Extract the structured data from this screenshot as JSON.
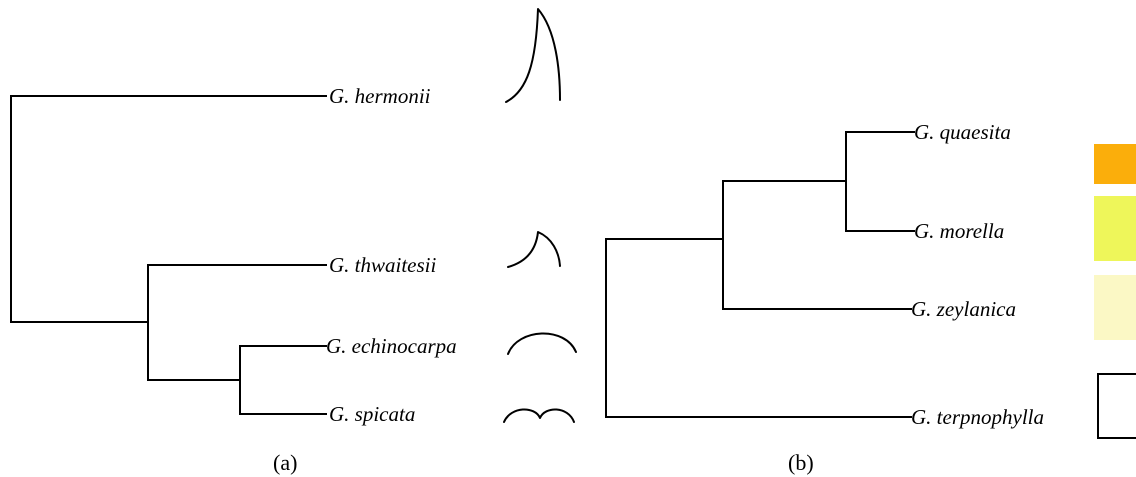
{
  "panel_a": {
    "caption": "(a)",
    "taxa": [
      {
        "id": "hermonii",
        "label": "G. hermonii",
        "fruit_shape": "tall-curved-horn"
      },
      {
        "id": "thwaitesii",
        "label": "G. thwaitesii",
        "fruit_shape": "small-curved-horn"
      },
      {
        "id": "echinocarpa",
        "label": "G. echinocarpa",
        "fruit_shape": "single-arch"
      },
      {
        "id": "spicata",
        "label": "G. spicata",
        "fruit_shape": "double-arch"
      }
    ],
    "topology": "(G. hermonii, (G. thwaitesii, (G. echinocarpa, G. spicata)))"
  },
  "panel_b": {
    "caption": "(b)",
    "taxa": [
      {
        "id": "quaesita",
        "label": "G. quaesita",
        "swatch_color": "#fbae0b"
      },
      {
        "id": "morella",
        "label": "G. morella",
        "swatch_color": "#eef65a"
      },
      {
        "id": "zeylanica",
        "label": "G. zeylanica",
        "swatch_color": "#fbf8c5"
      },
      {
        "id": "terpnophylla",
        "label": "G. terpnophylla",
        "swatch_color": "#ffffff"
      }
    ],
    "topology": "(((G. quaesita, G. morella), G. zeylanica), G. terpnophylla)"
  }
}
